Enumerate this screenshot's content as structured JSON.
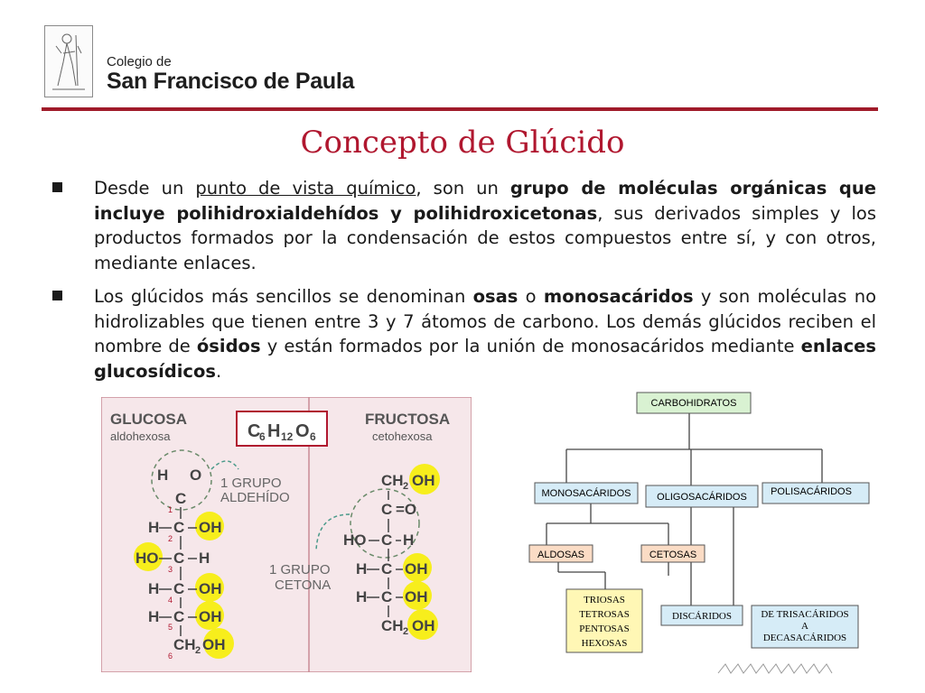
{
  "header": {
    "school_line1": "Colegio de",
    "school_line2": "San Francisco de Paula"
  },
  "title": "Concepto de Glúcido",
  "bullets": [
    {
      "seg": [
        "Desde un ",
        "punto de vista químico",
        ", son un ",
        "grupo de moléculas orgánicas que incluye polihidroxialdehídos y polihidroxicetonas",
        ", sus derivados simples y los productos formados por la condensación de estos compuestos entre sí, y con otros, mediante enlaces."
      ]
    },
    {
      "seg": [
        "Los glúcidos más sencillos se denominan ",
        "osas",
        " o ",
        "monosacáridos",
        " y son moléculas no hidrolizables que tienen entre 3 y 7 átomos de carbono. Los demás glúcidos reciben el nombre de ",
        "ósidos",
        " y están formados por la unión de monosacáridos mediante ",
        "enlaces glucosídicos",
        "."
      ]
    }
  ],
  "figure": {
    "glucosa_title": "GLUCOSA",
    "glucosa_sub": "aldohexosa",
    "fructosa_title": "FRUCTOSA",
    "fructosa_sub": "cetohexosa",
    "formula": "C6H12O6",
    "label_aldehido": [
      "1 GRUPO",
      "ALDEHÍDO"
    ],
    "label_cetona": [
      "1 GRUPO",
      "CETONA"
    ]
  },
  "tree": {
    "root": "CARBOHIDRATOS",
    "mono": "MONOSACÁRIDOS",
    "oligo": "OLIGOSACÁRIDOS",
    "poli": "POLISACÁRIDOS",
    "aldosas": "ALDOSAS",
    "cetosas": "CETOSAS",
    "list": [
      "TRIOSAS",
      "TETROSAS",
      "PENTOSAS",
      "HEXOSAS"
    ],
    "di": "DISCÁRIDOS",
    "tri": [
      "DE TRISACÁRIDOS",
      "A",
      "DECASACÁRIDOS"
    ]
  },
  "colors": {
    "accent": "#a01b2a",
    "title": "#b0172f",
    "highlight": "#f7ee1c",
    "figure_bg": "#f6e7ea",
    "tree_root_fill": "#d9f2d2",
    "tree_level1_fill": "#d6ecf7",
    "tree_level2_fill": "#fbdcc5",
    "tree_list_fill": "#fff7b5"
  }
}
